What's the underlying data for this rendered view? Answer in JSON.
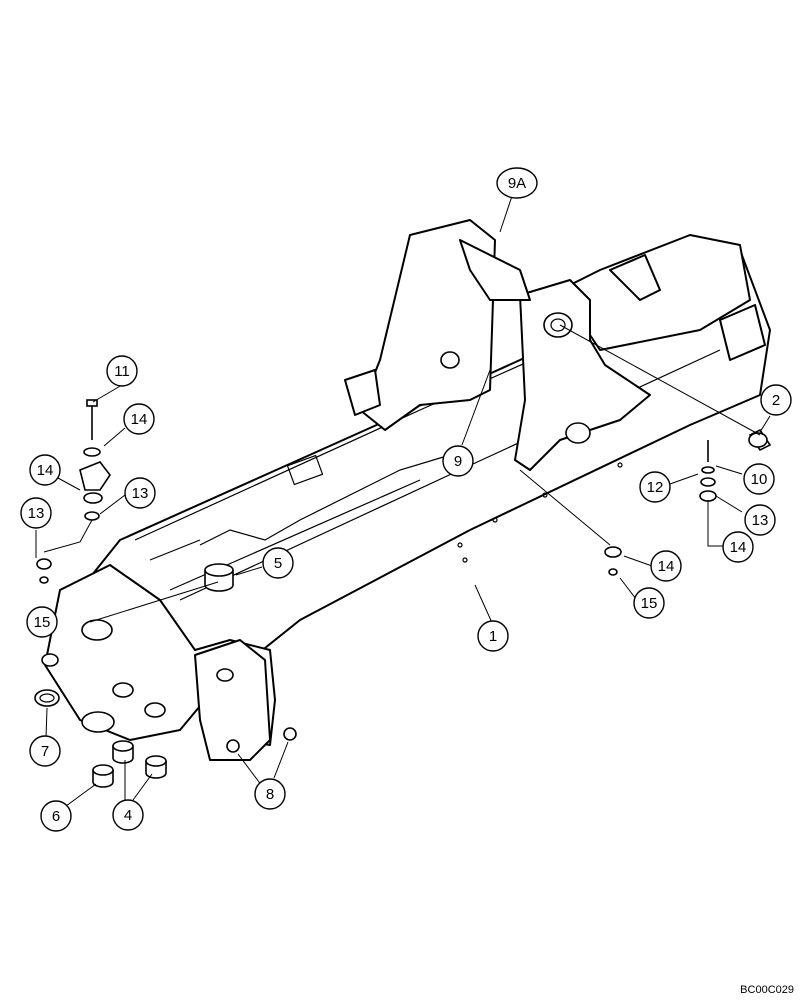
{
  "callouts": [
    {
      "id": "c-9a",
      "label": "9A"
    },
    {
      "id": "c-11",
      "label": "11"
    },
    {
      "id": "c-14a",
      "label": "14"
    },
    {
      "id": "c-14b",
      "label": "14"
    },
    {
      "id": "c-13a",
      "label": "13"
    },
    {
      "id": "c-13b",
      "label": "13"
    },
    {
      "id": "c-15a",
      "label": "15"
    },
    {
      "id": "c-5",
      "label": "5"
    },
    {
      "id": "c-9",
      "label": "9"
    },
    {
      "id": "c-2",
      "label": "2"
    },
    {
      "id": "c-10",
      "label": "10"
    },
    {
      "id": "c-12",
      "label": "12"
    },
    {
      "id": "c-13c",
      "label": "13"
    },
    {
      "id": "c-14c",
      "label": "14"
    },
    {
      "id": "c-14d",
      "label": "14"
    },
    {
      "id": "c-15b",
      "label": "15"
    },
    {
      "id": "c-1",
      "label": "1"
    },
    {
      "id": "c-7",
      "label": "7"
    },
    {
      "id": "c-6",
      "label": "6"
    },
    {
      "id": "c-4",
      "label": "4"
    },
    {
      "id": "c-8",
      "label": "8"
    }
  ],
  "doc_code": "BC00C029"
}
